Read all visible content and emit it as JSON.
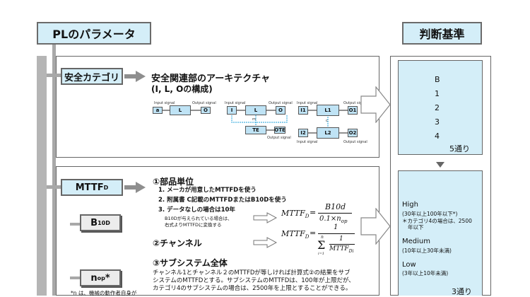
{
  "left_header": "PLのパラメータ",
  "right_header": "判断基準",
  "category": {
    "tag": "安全カテゴリ",
    "title": "安全関連部のアーキテクチャ",
    "subtitle": "(I, L, Oの構成)",
    "diagram": {
      "input_signal": "Input signal",
      "output_signal": "Output signal",
      "d1": {
        "a": "a",
        "l": "L",
        "o": "O"
      },
      "d2": {
        "i": "I",
        "l": "L",
        "o": "O",
        "m": "m",
        "te": "TE",
        "ote": "OTE"
      },
      "d3": {
        "i1": "I1",
        "l1": "L1",
        "o1": "O1",
        "i2": "I2",
        "l2": "L2",
        "o2": "O2",
        "c": "c",
        "m": "m"
      }
    },
    "criteria": {
      "items": [
        "B",
        "1",
        "2",
        "3",
        "4"
      ],
      "total": "5通り"
    }
  },
  "mttfd": {
    "tag_main": "MTTF",
    "tag_sub": "D",
    "b10d_main": "B",
    "b10d_sub": "10D",
    "nop_main": "n",
    "nop_sub": "op",
    "nop_star": "*",
    "note": "*n  は、機械の動作者自身が",
    "s1": {
      "title": "①部品単位",
      "line1": "1. メーカが用意したMTTFDを使う",
      "line2": "2. 附属書 C記載のMTTFDまたはB10Dを使う",
      "line3": "3. データなしの場合は10年",
      "small1": "B10Dが与えられている場合は、",
      "small2": "右式よりMTTFDに変換する"
    },
    "s2": {
      "title": "②チャンネル"
    },
    "s3": {
      "title": "③サブシステム全体",
      "text1": "チャンネル1とチャンネル２のMTTFDが等しければ計算式②の結果をサブ",
      "text2": "システムのMTTFDとする。サブシステムのMTTFDは、100年が上限だが、",
      "text3": "カテゴリ4のサブシステムの場合は、2500年を上限とすることができる。"
    },
    "formula1": {
      "lhs": "MTTF",
      "lhs_sub": "D",
      "eq": "=",
      "num": "B10d",
      "den": "0.1×n",
      "den_sub": "op"
    },
    "formula2": {
      "lhs": "MTTF",
      "lhs_sub": "D",
      "eq": "=",
      "num": "1",
      "sum": "Σ",
      "sum_top": "n",
      "sum_bot": "i=1",
      "inner_num": "1",
      "inner_den": "MTTF",
      "inner_sub": "Di"
    },
    "criteria": {
      "high": "High",
      "high_note": "(30年以上100年以下*)",
      "high_note2": "＊カテゴリ4の場合は、2500",
      "high_note3": "年以下",
      "medium": "Medium",
      "medium_note": "(10年以上30年未満)",
      "low": "Low",
      "low_note": "(3年以上10年未満)",
      "total": "3通り"
    }
  }
}
